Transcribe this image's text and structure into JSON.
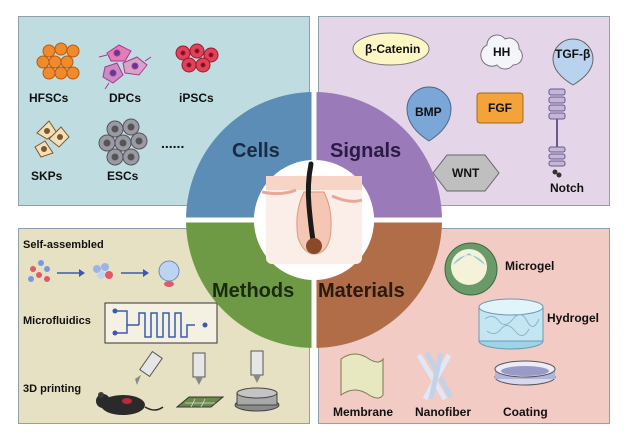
{
  "quadrants": {
    "cells": "Cells",
    "signals": "Signals",
    "methods": "Methods",
    "materials": "Materials"
  },
  "colors": {
    "cells": "#5b8db6",
    "signals": "#9a7ab8",
    "methods": "#6e9a45",
    "materials": "#b06d48",
    "cells_panel": "#bfdde1",
    "signals_panel": "#e4d6e8",
    "methods_panel": "#e7e1c3",
    "materials_panel": "#f2cbc4"
  },
  "cells_panel": {
    "items": [
      "HFSCs",
      "DPCs",
      "iPSCs",
      "SKPs",
      "ESCs"
    ],
    "more": "......"
  },
  "signals_panel": {
    "items": [
      "β-Catenin",
      "HH",
      "TGF-β",
      "BMP",
      "FGF",
      "WNT",
      "Notch"
    ]
  },
  "methods_panel": {
    "items": [
      "Self-assembled",
      "Microfluidics",
      "3D printing"
    ]
  },
  "materials_panel": {
    "items": [
      "Microgel",
      "Hydrogel",
      "Membrane",
      "Nanofiber",
      "Coating"
    ]
  }
}
